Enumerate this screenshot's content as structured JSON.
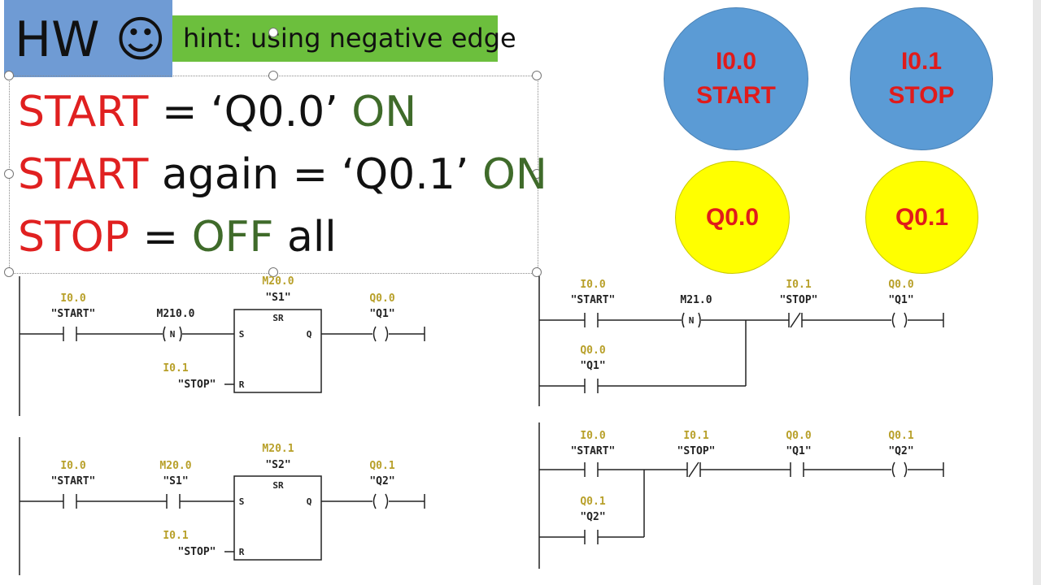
{
  "header": {
    "title": "HW ☺",
    "hint": "hint: using negative edge"
  },
  "rules": [
    {
      "subject": "START",
      "middle": " = ‘Q0.0’ ",
      "state": "ON"
    },
    {
      "subject": "START",
      "middle": " again = ‘Q0.1’ ",
      "state": "ON"
    },
    {
      "subject": "STOP",
      "middle": " = ",
      "state": "OFF",
      "tail": " all"
    }
  ],
  "buttons": [
    {
      "address": "I0.0",
      "name": "START"
    },
    {
      "address": "I0.1",
      "name": "STOP"
    }
  ],
  "lamps": [
    "Q0.0",
    "Q0.1"
  ],
  "colors": {
    "red": "#e02020",
    "green": "#3f6b2a",
    "blue": "#5b9bd5",
    "yellow": "#ffff00",
    "address": "#b8a02a"
  },
  "ladder": {
    "rung1": {
      "c1_addr": "I0.0",
      "c1_sym": "\"START\"",
      "edge_addr": "M210.0",
      "edge_type": "N",
      "box_addr": "M20.0",
      "box_sym": "\"S1\"",
      "box_type": "SR",
      "pin_s": "S",
      "pin_q": "Q",
      "pin_r": "R",
      "reset_addr": "I0.1",
      "reset_sym": "\"STOP\"",
      "coil_addr": "Q0.0",
      "coil_sym": "\"Q1\""
    },
    "rung2": {
      "c1_addr": "I0.0",
      "c1_sym": "\"START\"",
      "c2_addr": "M20.0",
      "c2_sym": "\"S1\"",
      "box_addr": "M20.1",
      "box_sym": "\"S2\"",
      "box_type": "SR",
      "pin_s": "S",
      "pin_q": "Q",
      "pin_r": "R",
      "reset_addr": "I0.1",
      "reset_sym": "\"STOP\"",
      "coil_addr": "Q0.1",
      "coil_sym": "\"Q2\""
    },
    "rung3": {
      "c1_addr": "I0.0",
      "c1_sym": "\"START\"",
      "edge_addr": "M21.0",
      "edge_type": "N",
      "c3_addr": "I0.1",
      "c3_sym": "\"STOP\"",
      "coil_addr": "Q0.0",
      "coil_sym": "\"Q1\"",
      "seal_addr": "Q0.0",
      "seal_sym": "\"Q1\""
    },
    "rung4": {
      "c1_addr": "I0.0",
      "c1_sym": "\"START\"",
      "c2_addr": "I0.1",
      "c2_sym": "\"STOP\"",
      "c3_addr": "Q0.0",
      "c3_sym": "\"Q1\"",
      "coil_addr": "Q0.1",
      "coil_sym": "\"Q2\"",
      "seal_addr": "Q0.1",
      "seal_sym": "\"Q2\""
    }
  }
}
